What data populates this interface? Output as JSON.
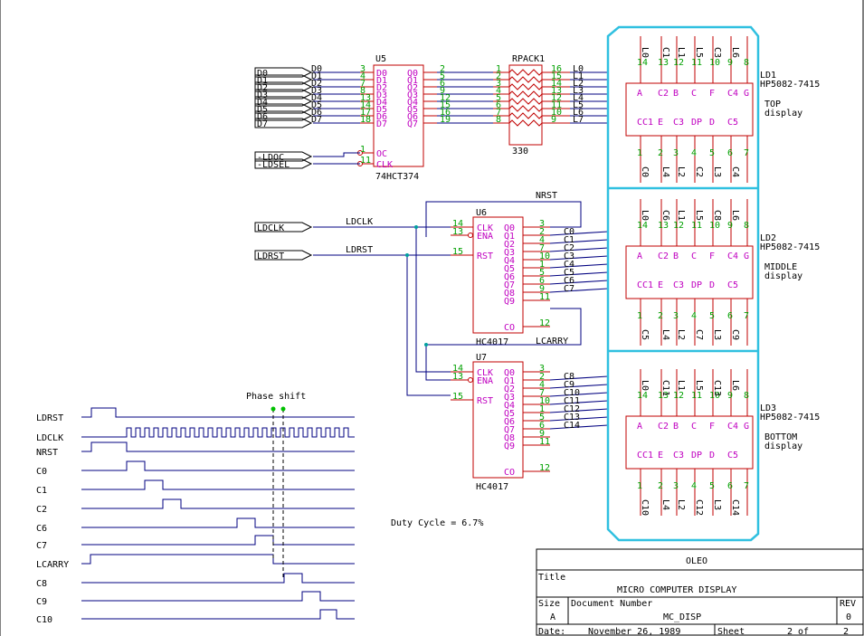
{
  "port_labels": [
    "D0",
    "D1",
    "D2",
    "D3",
    "D4",
    "D5",
    "D6",
    "D7",
    "-LDOC",
    "-LDSEL",
    "LDCLK",
    "LDRST"
  ],
  "u5": {
    "ref": "U5",
    "part": "74HCT374",
    "in_nets": [
      "D0",
      "D1",
      "D2",
      "D3",
      "D4",
      "D5",
      "D6",
      "D7"
    ],
    "in_pins": [
      "3",
      "4",
      "7",
      "8",
      "13",
      "14",
      "17",
      "18"
    ],
    "in_names": [
      "D0",
      "D1",
      "D2",
      "D3",
      "D4",
      "D5",
      "D6",
      "D7"
    ],
    "out_names": [
      "Q0",
      "Q1",
      "Q2",
      "Q3",
      "Q4",
      "Q5",
      "Q6",
      "Q7"
    ],
    "out_pins": [
      "2",
      "5",
      "6",
      "9",
      "12",
      "15",
      "16",
      "19"
    ],
    "ctl_pins": [
      "1",
      "11"
    ],
    "ctl_names": [
      "OC",
      "CLK"
    ]
  },
  "rpack": {
    "ref": "RPACK1",
    "value": "330",
    "left_pins": [
      "1",
      "2",
      "3",
      "4",
      "5",
      "6",
      "7",
      "8"
    ],
    "right_pins": [
      "16",
      "15",
      "14",
      "13",
      "12",
      "11",
      "10",
      "9"
    ],
    "nets": [
      "L0",
      "L1",
      "L2",
      "L3",
      "L4",
      "L5",
      "L6",
      "L7"
    ]
  },
  "u6": {
    "ref": "U6",
    "part": "HC4017",
    "in_pins": [
      "14",
      "13",
      "15"
    ],
    "in_names": [
      "CLK",
      "ENA",
      "RST"
    ],
    "out_names": [
      "Q0",
      "Q1",
      "Q2",
      "Q3",
      "Q4",
      "Q5",
      "Q6",
      "Q7",
      "Q8",
      "Q9",
      "CO"
    ],
    "out_pins": [
      "3",
      "2",
      "4",
      "7",
      "10",
      "1",
      "5",
      "6",
      "9",
      "11",
      "12"
    ],
    "nets": [
      "C0",
      "C1",
      "C2",
      "C3",
      "C4",
      "C5",
      "C6",
      "C7"
    ]
  },
  "u7": {
    "ref": "U7",
    "part": "HC4017",
    "in_pins": [
      "14",
      "13",
      "15"
    ],
    "in_names": [
      "CLK",
      "ENA",
      "RST"
    ],
    "out_names": [
      "Q0",
      "Q1",
      "Q2",
      "Q3",
      "Q4",
      "Q5",
      "Q6",
      "Q7",
      "Q8",
      "Q9",
      "CO"
    ],
    "out_pins": [
      "3",
      "2",
      "4",
      "7",
      "10",
      "1",
      "5",
      "6",
      "9",
      "11",
      "12"
    ],
    "nets": [
      "C8",
      "C9",
      "C10",
      "C11",
      "C12",
      "C13",
      "C14"
    ]
  },
  "net_labels": {
    "ldclk": "LDCLK",
    "ldrst": "LDRST",
    "nrst": "NRST",
    "lcarry": "LCARRY"
  },
  "displays": [
    {
      "ref": "LD1",
      "part": "HP5082-7415",
      "label": "TOP",
      "label2": "display",
      "top_nets": [
        "L0",
        "C1",
        "L1",
        "L5",
        "C3",
        "L6"
      ],
      "top_pins": [
        "14",
        "13",
        "12",
        "11",
        "10",
        "9",
        "8"
      ],
      "bot_nets": [
        "C0",
        "L4",
        "L2",
        "C2",
        "L3",
        "C4"
      ],
      "bot_pins": [
        "1",
        "2",
        "3",
        "4",
        "5",
        "6",
        "7"
      ],
      "seg_top": [
        "A",
        "C2",
        "B",
        "C",
        "F",
        "C4",
        "G"
      ],
      "seg_bot": [
        "CC1",
        "E",
        "C3",
        "DP",
        "D",
        "C5"
      ]
    },
    {
      "ref": "LD2",
      "part": "HP5082-7415",
      "label": "MIDDLE",
      "label2": "display",
      "top_nets": [
        "L0",
        "C6",
        "L1",
        "L5",
        "C8",
        "L6"
      ],
      "top_pins": [
        "14",
        "13",
        "12",
        "11",
        "10",
        "9",
        "8"
      ],
      "bot_nets": [
        "C5",
        "L4",
        "L2",
        "C7",
        "L3",
        "C9"
      ],
      "bot_pins": [
        "1",
        "2",
        "3",
        "4",
        "5",
        "6",
        "7"
      ],
      "seg_top": [
        "A",
        "C2",
        "B",
        "C",
        "F",
        "C4",
        "G"
      ],
      "seg_bot": [
        "CC1",
        "E",
        "C3",
        "DP",
        "D",
        "C5"
      ]
    },
    {
      "ref": "LD3",
      "part": "HP5082-7415",
      "label": "BOTTOM",
      "label2": "display",
      "top_nets": [
        "L0",
        "C11",
        "L1",
        "L5",
        "C13",
        "L6"
      ],
      "top_pins": [
        "14",
        "13",
        "12",
        "11",
        "10",
        "9",
        "8"
      ],
      "bot_nets": [
        "C10",
        "L4",
        "L2",
        "C12",
        "L3",
        "C14"
      ],
      "bot_pins": [
        "1",
        "2",
        "3",
        "4",
        "5",
        "6",
        "7"
      ],
      "seg_top": [
        "A",
        "C2",
        "B",
        "C",
        "F",
        "C4",
        "G"
      ],
      "seg_bot": [
        "CC1",
        "E",
        "C3",
        "DP",
        "D",
        "C5"
      ]
    }
  ],
  "timing": {
    "signals": [
      "LDRST",
      "LDCLK",
      "NRST",
      "C0",
      "C1",
      "C2",
      "C6",
      "C7",
      "LCARRY",
      "C8",
      "C9",
      "C10"
    ],
    "phase_label": "Phase shift",
    "duty_label": "Duty Cycle = 6.7%"
  },
  "title_block": {
    "company": "OLEO",
    "title_caption": "Title",
    "title": "MICRO COMPUTER DISPLAY",
    "size_caption": "Size",
    "size": "A",
    "docnum_caption": "Document Number",
    "docnum": "MC_DISP",
    "rev_caption": "REV",
    "rev": "0",
    "date_caption": "Date:",
    "date": "November 26, 1989",
    "sheet_caption": "Sheet",
    "sheet": "2 of",
    "sheet_total": "2"
  },
  "colors": {
    "wire": "#000080",
    "body": "#c00000",
    "pin": "#00a000",
    "pinname": "#c000c0",
    "bus": "#30c0e0"
  }
}
